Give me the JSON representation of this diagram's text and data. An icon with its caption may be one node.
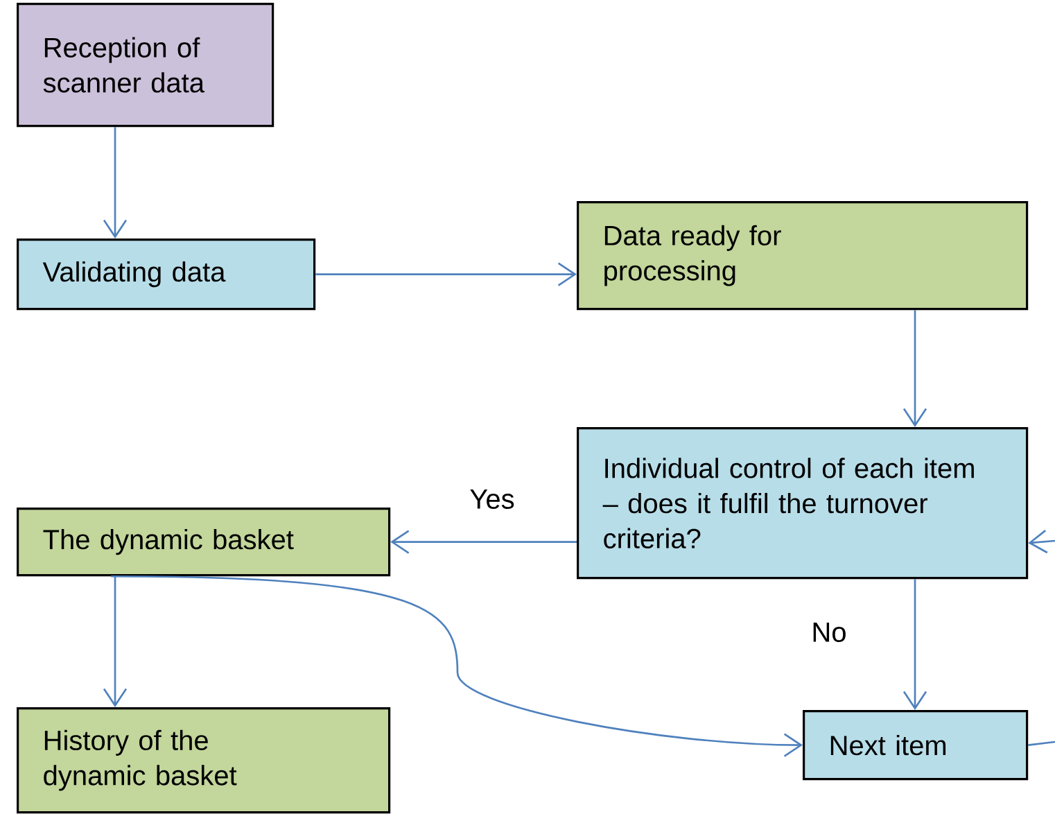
{
  "diagram": {
    "nodes": [
      {
        "text": [
          "Reception of scanner data"
        ]
      },
      {
        "text": [
          "Validating data"
        ]
      },
      {
        "text": [
          "Data ready for processing"
        ]
      },
      {
        "text": [
          "Individual control of each item – does it fulfil the turnover criteria?"
        ]
      },
      {
        "text": [
          "The dynamic basket"
        ]
      },
      {
        "text": [
          "History of the dynamic basket"
        ]
      },
      {
        "text": [
          "Next item"
        ]
      }
    ],
    "edges": [
      {
        "from": 0,
        "to": 1,
        "arrow": "to"
      },
      {
        "from": 1,
        "to": 2,
        "arrow": "to"
      },
      {
        "from": 2,
        "to": 3,
        "arrow": "to"
      },
      {
        "from": 3,
        "to": 4,
        "arrow": "to",
        "label": "Yes"
      },
      {
        "from": 3,
        "to": 6,
        "arrow": "to",
        "label": "No"
      },
      {
        "from": 4,
        "to": 5,
        "arrow": "to"
      },
      {
        "from": 4,
        "to": 6,
        "arrow": "to"
      },
      {
        "from": 6,
        "to": null,
        "arrow": "none"
      },
      {
        "from": null,
        "to": 3,
        "arrow": "to"
      }
    ]
  }
}
